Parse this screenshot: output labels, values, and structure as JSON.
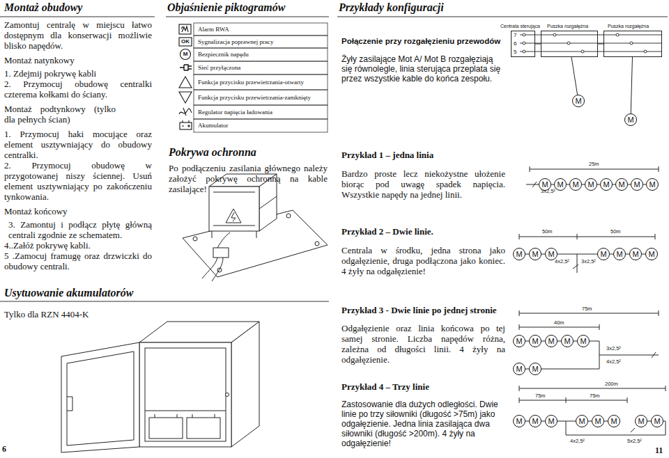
{
  "diagram": {
    "nodes": [
      {
        "text": [
          "Centrala sterująca",
          "7",
          "6",
          "5"
        ]
      },
      {
        "text": [
          "Puszka rozgałęźna"
        ]
      },
      {
        "text": [
          "Puszka rozgałęźna"
        ]
      },
      {
        "text": [
          "M"
        ]
      },
      {
        "text": [
          "M"
        ]
      },
      {
        "text": [
          "M"
        ]
      },
      {
        "text": [
          "M"
        ]
      },
      {
        "text": [
          "M"
        ]
      },
      {
        "text": [
          "M"
        ]
      },
      {
        "text": [
          "M"
        ]
      },
      {
        "text": [
          "M"
        ]
      },
      {
        "text": [
          "M"
        ]
      },
      {
        "text": [
          "M"
        ]
      },
      {
        "text": [
          "M"
        ]
      },
      {
        "text": [
          "M"
        ]
      },
      {
        "text": [
          "M"
        ]
      },
      {
        "text": [
          "M"
        ]
      },
      {
        "text": [
          "M"
        ]
      },
      {
        "text": [
          "M"
        ]
      },
      {
        "text": [
          "M"
        ]
      },
      {
        "text": [
          "M"
        ]
      },
      {
        "text": [
          "M"
        ]
      },
      {
        "text": [
          "M"
        ]
      },
      {
        "text": [
          "M"
        ]
      },
      {
        "text": [
          "M"
        ]
      },
      {
        "text": [
          "M"
        ]
      },
      {
        "text": [
          "M"
        ]
      },
      {
        "text": [
          "M"
        ]
      },
      {
        "text": [
          "M"
        ]
      },
      {
        "text": [
          "M"
        ]
      },
      {
        "text": [
          "M"
        ]
      },
      {
        "text": [
          "M"
        ]
      },
      {
        "text": [
          "M"
        ]
      },
      {
        "text": [
          "M"
        ]
      },
      {
        "text": [
          "M"
        ]
      }
    ],
    "edges": [
      {
        "from": 0,
        "to": 1,
        "arrow": "none"
      },
      {
        "from": 1,
        "to": 2,
        "arrow": "none"
      },
      {
        "from": 1,
        "to": 3,
        "arrow": "none"
      },
      {
        "from": 2,
        "to": 4,
        "arrow": "none"
      },
      {
        "from": 5,
        "to": 6,
        "arrow": "none"
      },
      {
        "from": 6,
        "to": 7,
        "arrow": "none"
      },
      {
        "from": 7,
        "to": 8,
        "arrow": "none"
      },
      {
        "from": 8,
        "to": 9,
        "arrow": "none"
      },
      {
        "from": 9,
        "to": 10,
        "arrow": "none"
      },
      {
        "from": 10,
        "to": 11,
        "arrow": "none"
      },
      {
        "from": 11,
        "to": 12,
        "arrow": "none"
      },
      {
        "from": 13,
        "to": 14,
        "arrow": "none"
      },
      {
        "from": 14,
        "to": 15,
        "arrow": "none"
      },
      {
        "from": 16,
        "to": 17,
        "arrow": "none"
      },
      {
        "from": 17,
        "to": 18,
        "arrow": "none"
      },
      {
        "from": 18,
        "to": 19,
        "arrow": "none"
      },
      {
        "from": 20,
        "to": 21,
        "arrow": "none"
      },
      {
        "from": 21,
        "to": 22,
        "arrow": "none"
      },
      {
        "from": 22,
        "to": 23,
        "arrow": "none"
      },
      {
        "from": 23,
        "to": 24,
        "arrow": "none"
      },
      {
        "from": 25,
        "to": 26,
        "arrow": "none"
      },
      {
        "from": 27,
        "to": 28,
        "arrow": "none"
      },
      {
        "from": 28,
        "to": 29,
        "arrow": "none"
      },
      {
        "from": 30,
        "to": 31,
        "arrow": "none"
      },
      {
        "from": 31,
        "to": 32,
        "arrow": "none"
      },
      {
        "from": 33,
        "to": 34,
        "arrow": "none"
      }
    ],
    "labels": [
      "Montaż obudowy",
      "Zamontuj centralę w miejscu łatwo dostępnym dla konserwacji możliwie blisko napędów.",
      "Montaż natynkowy",
      "1. Zdejmij pokrywę kabli",
      "2. Przymocuj obudowę centralki czterema kołkami do ściany.",
      "Montaż podtynkowy (tylko dla pełnych ścian)",
      "1. Przymocuj haki mocujące oraz element usztywniający do obudowy centralki.",
      "2. Przymocuj obudowę w przygotowanej niszy ściennej. Usuń element usztywniający po zakończeniu tynkowania.",
      "Montaż końcowy",
      "3. Zamontuj i podłącz płytę główną centrali zgodnie ze schematem.",
      "4..Załóż pokrywę kabli.",
      "5 .Zamocuj framugę oraz drzwiczki do obudowy centrali.",
      "Usytuowanie akumulatorów",
      "Tylko dla RZN 4404-K",
      "6",
      "Objaśnienie piktogramów",
      "Alarm RWA",
      "Sygnalizacja poprawnej pracy",
      "Bezpiecznik napędu",
      "Sieć przyłączona",
      "Funkcja przycisku przewietrzania-otwarty",
      "Funkcja przycisku przewietrzania-zamknięty",
      "Regulator napięcia ładowania",
      "Akumulator",
      "OK",
      "M",
      "Pokrywa ochronna",
      "Po podłączeniu zasilania głównego należy założyć pokrywę ochronną na kable zasilające!",
      "Przykłady konfiguracji",
      "Połączenie przy rozgałęzieniu przewodów",
      "Żyły zasilające Mot A/ Mot B rozgałęziają się równolegle, linia sterująca przeplata się przez wszystkie kable do końca zespołu.",
      "Przykład 1 – jedna linia",
      "Bardzo proste lecz niekożystne ułożenie biorąc pod uwagę spadek napięcia. Wszystkie napędy na jednej linii.",
      "25m",
      "3x2,5²",
      "Przykład 2 – Dwie linie.",
      "Centrala w środku, jedna strona jako odgałęzienie, druga podłączona jako koniec. 4 żyły na odgałęzienie!",
      "50m",
      "50m",
      "4x2,5²",
      "3x2,5²",
      "Przykład 3 - Dwie linie po jednej stronie",
      "Odgałęzienie oraz linia końcowa po tej samej stronie. Liczba napędów różna, zależna od długości linii. 4 żyły na odgałęzienie.",
      "75m",
      "40m",
      "3x2,5²",
      "4x2,5²",
      "Przykład 4 – Trzy linie",
      "Zastosowanie dla dużych odległości. Dwie linie po trzy siłowniki (długość >75m) jako odgałęzienie. Jedna linia zasilająca dwa siłowniki (długość >200m). 4 żyły na odgałęzienie!",
      "200m",
      "75m",
      "75m",
      "5x2,5²",
      "4x2,5²",
      "11"
    ]
  }
}
